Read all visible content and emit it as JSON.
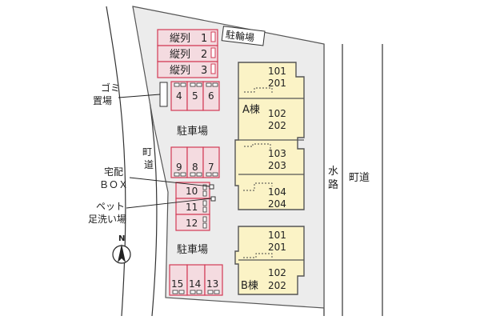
{
  "labels": {
    "bike_parking": "駐輪場",
    "garbage": [
      "ゴミ",
      "置場"
    ],
    "parking": "駐車場",
    "town_road_left": [
      "町",
      "道"
    ],
    "delivery_box": [
      "宅配",
      "ＢＯＸ"
    ],
    "pet_wash": [
      "ペット",
      "足洗い場"
    ],
    "waterway": [
      "水",
      "路"
    ],
    "town_road_right": "町道",
    "compass": "N"
  },
  "bike_rows": [
    "縦列　1",
    "縦列　2",
    "縦列　3"
  ],
  "parking_upper": [
    "4",
    "5",
    "6"
  ],
  "parking_middle": [
    "9",
    "8",
    "7"
  ],
  "parking_side": [
    "10",
    "11",
    "12"
  ],
  "parking_lower": [
    "15",
    "14",
    "13"
  ],
  "building_a": {
    "name": "A棟",
    "units": [
      [
        "101",
        "201"
      ],
      [
        "102",
        "202"
      ],
      [
        "103",
        "203"
      ],
      [
        "104",
        "204"
      ]
    ]
  },
  "building_b": {
    "name": "B棟",
    "units": [
      [
        "101",
        "201"
      ],
      [
        "102",
        "202"
      ]
    ]
  }
}
